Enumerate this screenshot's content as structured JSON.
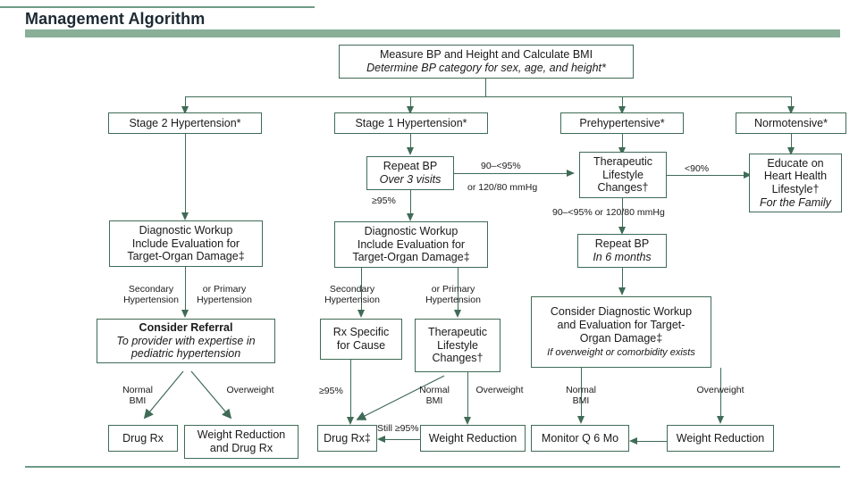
{
  "header": {
    "title": "Management Algorithm",
    "bar_color": "#8aaf99",
    "rule_color": "#6f9b86"
  },
  "theme": {
    "box_border": "#3f6b57",
    "connector": "#3f6b57",
    "text": "#1a1a1a",
    "background": "#ffffff"
  },
  "nodes": {
    "measure": {
      "title": "Measure BP and Height and Calculate BMI",
      "subtitle": "Determine BP category for sex, age, and height*"
    },
    "stage2": {
      "title": "Stage 2 Hypertension*"
    },
    "stage1": {
      "title": "Stage 1 Hypertension*"
    },
    "prehtn": {
      "title": "Prehypertensive*"
    },
    "normo": {
      "title": "Normotensive*"
    },
    "repeat_bp_visits": {
      "title": "Repeat BP",
      "subtitle": "Over 3 visits"
    },
    "tlc_top": {
      "title": "Therapeutic\nLifestyle\nChanges†"
    },
    "educate": {
      "title": "Educate on\nHeart Health\nLifestyle†",
      "subtitle": "For the Family"
    },
    "dx_left": {
      "title": "Diagnostic Workup\nInclude Evaluation for\nTarget-Organ Damage‡"
    },
    "dx_mid": {
      "title": "Diagnostic Workup\nInclude Evaluation for\nTarget-Organ Damage‡"
    },
    "repeat_bp_6mo": {
      "title": "Repeat BP",
      "subtitle": "In 6 months"
    },
    "referral": {
      "title": "Consider Referral",
      "subtitle": "To provider with expertise in\npediatric hypertension"
    },
    "rx_specific": {
      "title": "Rx Specific\nfor Cause"
    },
    "tlc_mid": {
      "title": "Therapeutic\nLifestyle\nChanges†"
    },
    "consider_dx": {
      "title": "Consider Diagnostic Workup\nand Evaluation for Target-\nOrgan Damage‡",
      "subtitle": "If overweight or comorbidity exists"
    },
    "drug_rx_left": {
      "title": "Drug Rx"
    },
    "weight_drug_left": {
      "title": "Weight Reduction\nand Drug Rx"
    },
    "drug_rx_mid": {
      "title": "Drug Rx‡"
    },
    "weight_mid": {
      "title": "Weight Reduction"
    },
    "monitor": {
      "title": "Monitor Q 6 Mo"
    },
    "weight_right": {
      "title": "Weight Reduction"
    }
  },
  "edge_labels": {
    "pct_90_95": "90–<95%",
    "or_120_80": "or 120/80 mmHg",
    "pct_lt_90": "<90%",
    "pct_90_95_or": "90–<95% or 120/80 mmHg",
    "ge95_mid": "≥95%",
    "ge95_left_branch": "≥95%",
    "secondary_left": "Secondary\nHypertension",
    "primary_left": "or Primary\nHypertension",
    "secondary_mid": "Secondary\nHypertension",
    "primary_mid": "or Primary\nHypertension",
    "normal_bmi_left": "Normal\nBMI",
    "overweight_left": "Overweight",
    "normal_bmi_mid": "Normal\nBMI",
    "overweight_mid": "Overweight",
    "normal_bmi_right": "Normal\nBMI",
    "overweight_right": "Overweight",
    "still_ge95": "Still ≥95%"
  }
}
